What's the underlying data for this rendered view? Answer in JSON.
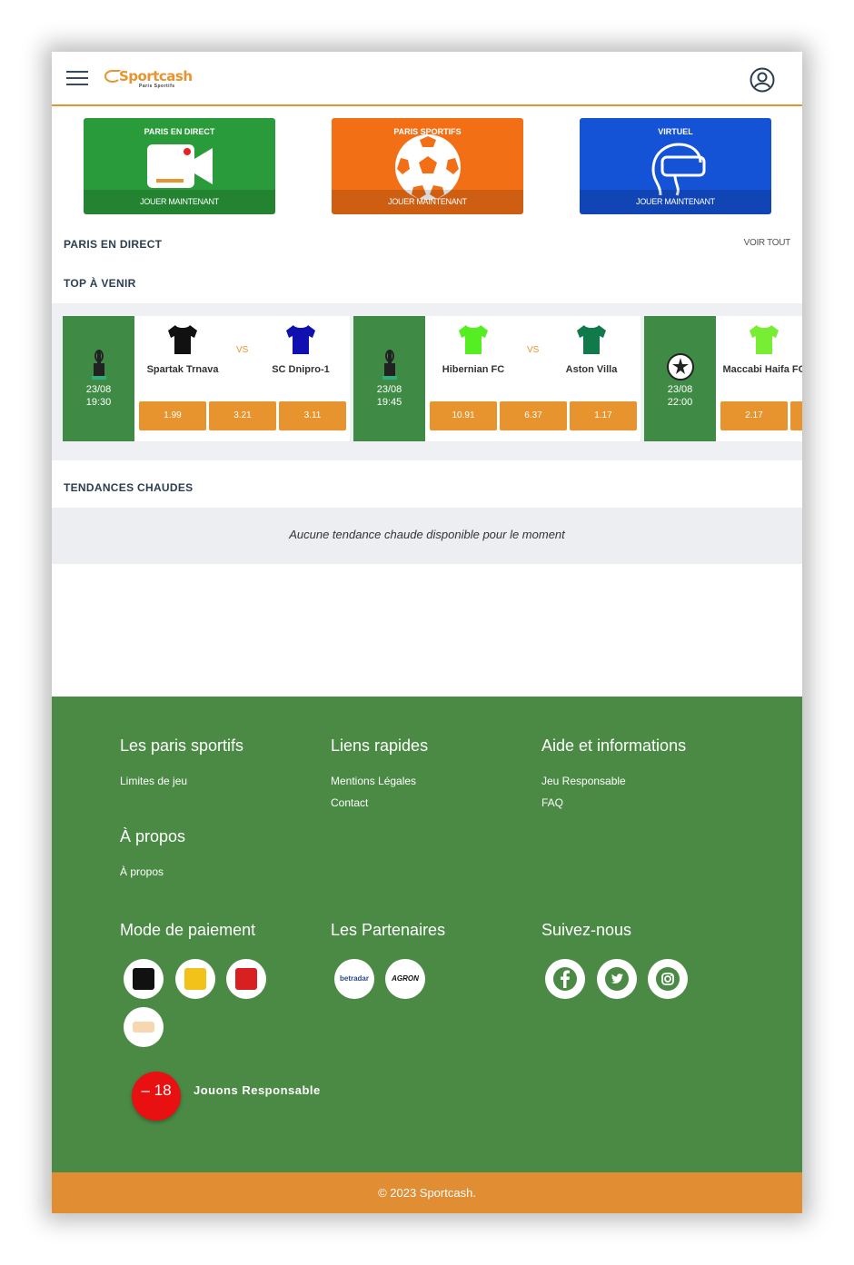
{
  "header": {
    "logo_text": "Sportcash",
    "logo_sub": "Paris Sportifs"
  },
  "categories": [
    {
      "title": "PARIS EN DIRECT",
      "action": "JOUER MAINTENANT",
      "color": "#2a9b3a"
    },
    {
      "title": "PARIS SPORTIFS",
      "action": "JOUER MAINTENANT",
      "color": "#f26f16"
    },
    {
      "title": "VIRTUEL",
      "action": "JOUER MAINTENANT",
      "color": "#1452d6"
    }
  ],
  "sections": {
    "live": "PARIS EN DIRECT",
    "see_all": "VOIR TOUT",
    "top": "TOP À VENIR",
    "trends": "TENDANCES CHAUDES",
    "trends_empty": "Aucune tendance chaude disponible pour le moment"
  },
  "matches": [
    {
      "date": "23/08",
      "time": "19:30",
      "home": "Spartak Trnava",
      "away": "SC Dnipro-1",
      "vs": "VS",
      "odds": [
        "1.99",
        "3.21",
        "3.11"
      ],
      "home_color": "#111111",
      "away_color": "#1010b0"
    },
    {
      "date": "23/08",
      "time": "19:45",
      "home": "Hibernian FC",
      "away": "Aston Villa",
      "vs": "VS",
      "odds": [
        "10.91",
        "6.37",
        "1.17"
      ],
      "home_color": "#55ee22",
      "away_color": "#117a4a"
    },
    {
      "date": "23/08",
      "time": "22:00",
      "home": "Maccabi Haifa FC",
      "away": "",
      "vs": "",
      "odds": [
        "2.17"
      ],
      "home_color": "#77ee33",
      "away_color": ""
    }
  ],
  "footer": {
    "col1_title": "Les paris sportifs",
    "col1_links": [
      "Limites de jeu"
    ],
    "col2_title": "Liens rapides",
    "col2_links": [
      "Mentions Légales",
      "Contact"
    ],
    "col3_title": "Aide et informations",
    "col3_links": [
      "Jeu Responsable",
      "FAQ"
    ],
    "about_title": "À propos",
    "about_links": [
      "À propos"
    ],
    "payment_title": "Mode de paiement",
    "partners_title": "Les Partenaires",
    "partners": [
      "betradar",
      "AGRON"
    ],
    "follow_title": "Suivez-nous",
    "age_badge": "– 18",
    "responsible": "Jouons Responsable",
    "copyright": "© 2023 Sportcash."
  }
}
